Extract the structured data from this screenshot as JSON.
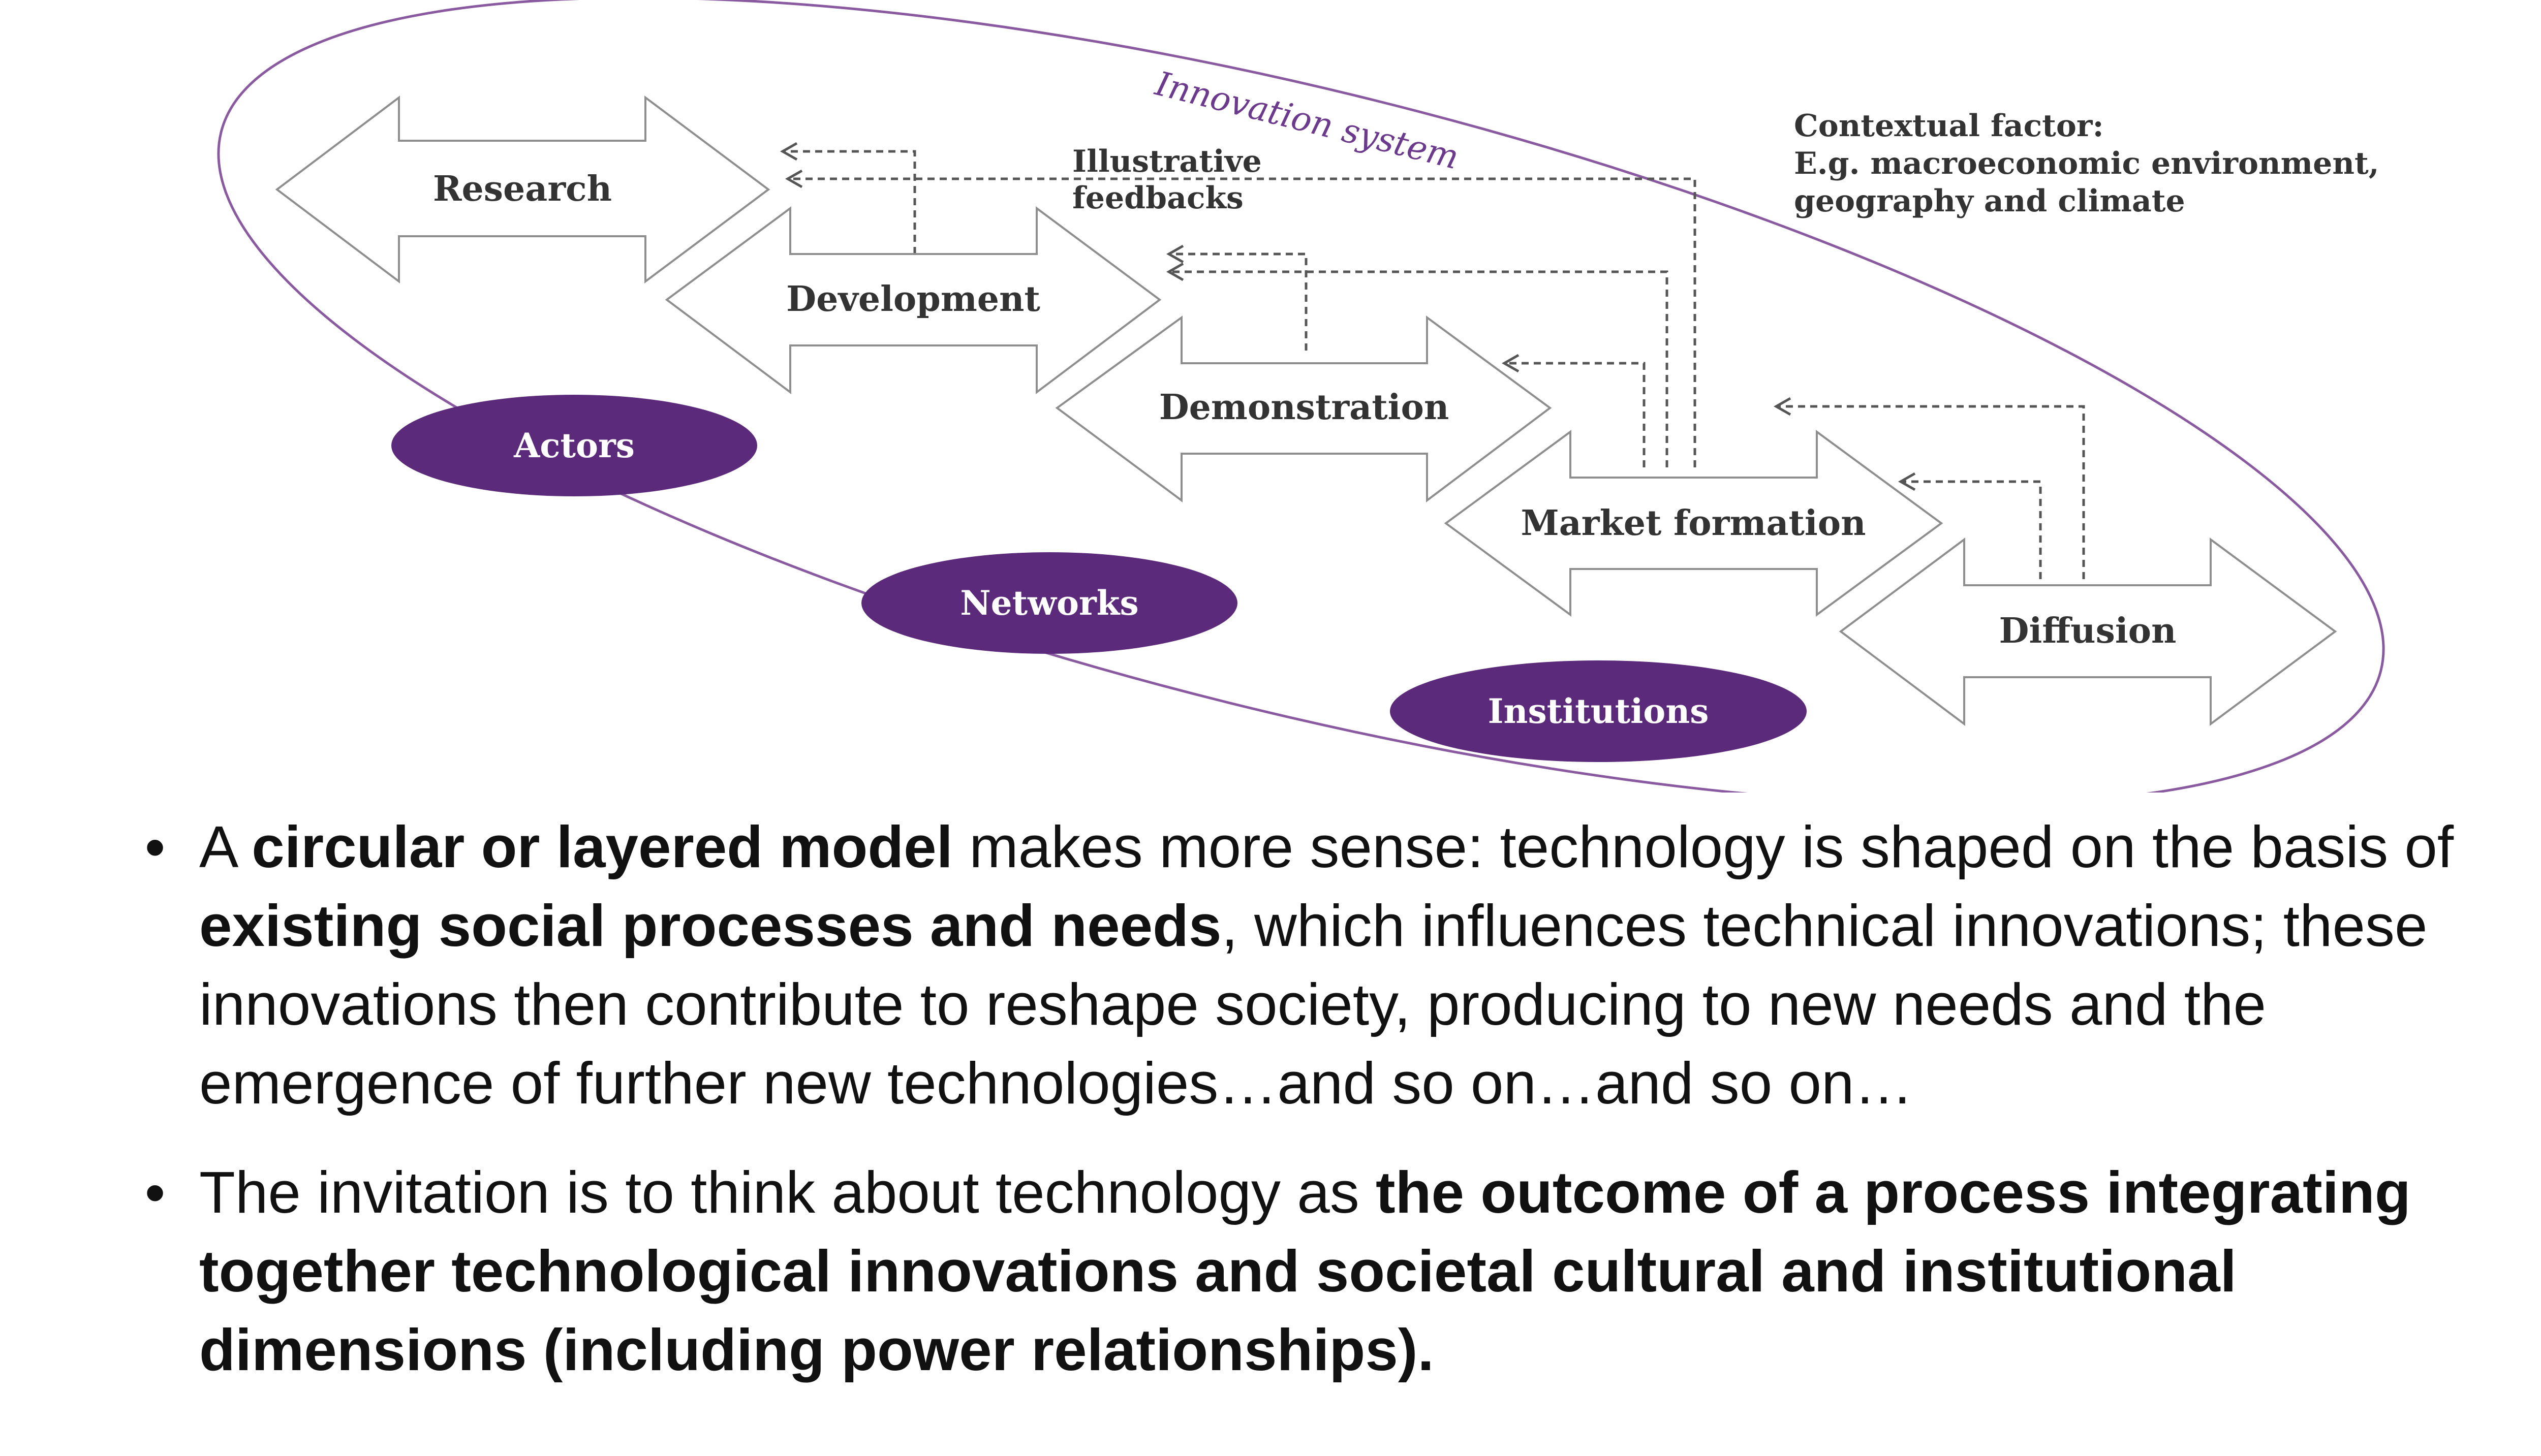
{
  "diagram": {
    "system_label": "Innovation system",
    "feedback_label_line1": "Illustrative",
    "feedback_label_line2": "feedbacks",
    "context_line1": "Contextual factor:",
    "context_line2": "E.g. macroeconomic environment,",
    "context_line3": "geography and climate",
    "stages": [
      "Research",
      "Development",
      "Demonstration",
      "Market formation",
      "Diffusion"
    ],
    "components": [
      "Actors",
      "Networks",
      "Institutions"
    ],
    "colors": {
      "oval_purple": "#5b2a7a",
      "ellipse_outline": "#8a5aa0",
      "arrow_outline": "#8e8e8e"
    }
  },
  "bullets": [
    {
      "segments": [
        {
          "text": "A ",
          "bold": false
        },
        {
          "text": "circular or layered model",
          "bold": true
        },
        {
          "text": " makes more sense: technology is shaped on the basis of ",
          "bold": false
        },
        {
          "text": "existing social processes and needs",
          "bold": true
        },
        {
          "text": ", which influences technical innovations; these innovations then contribute to reshape society, producing to new needs and the emergence of further new technologies…and so on…and so on…",
          "bold": false
        }
      ]
    },
    {
      "segments": [
        {
          "text": "The invitation is to think about technology as ",
          "bold": false
        },
        {
          "text": "the outcome of a process integrating together technological innovations and societal cultural and institutional dimensions (including power relationships).",
          "bold": true
        }
      ]
    }
  ]
}
